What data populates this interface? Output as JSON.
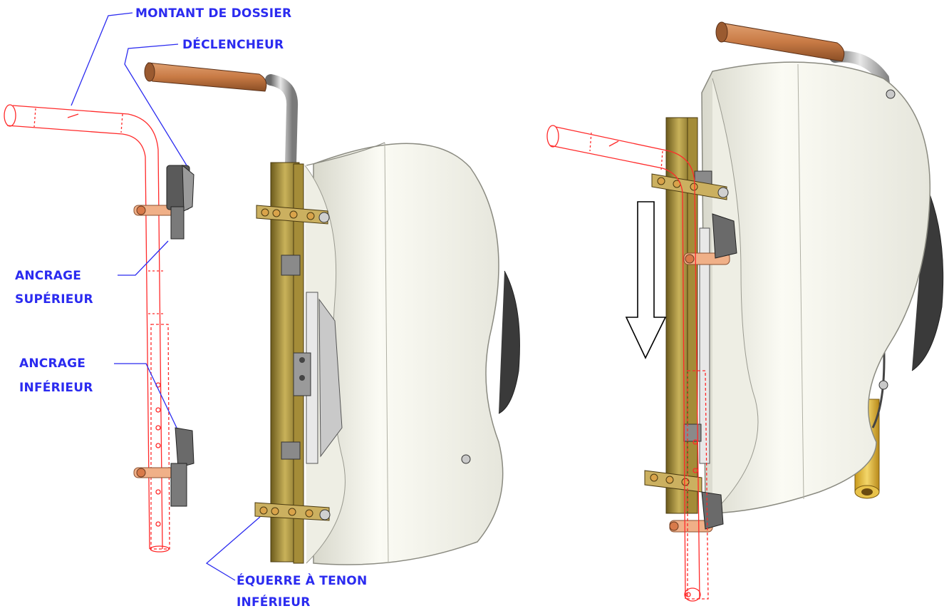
{
  "labels": {
    "montant": "MONTANT DE DOSSIER",
    "declencheur": "DÉCLENCHEUR",
    "ancrage_sup_line1": "ANCRAGE",
    "ancrage_sup_line2": "SUPÉRIEUR",
    "ancrage_inf_line1": "ANCRAGE",
    "ancrage_inf_line2": "INFÉRIEUR",
    "equerre_line1": "ÉQUERRE À TENON",
    "equerre_line2": "INFÉRIEUR"
  },
  "colors": {
    "label_blue": "#2b2bf0",
    "wireframe_red": "#ff2a2a",
    "handle_wood": "#c87a45",
    "bracket_brass": "#b8a040",
    "cushion": "#f6f6ee",
    "cushion_edge": "#b0b0a4",
    "rail_brass": "#8f7a2a"
  },
  "icons": {
    "arrow": "down-arrow-icon"
  }
}
